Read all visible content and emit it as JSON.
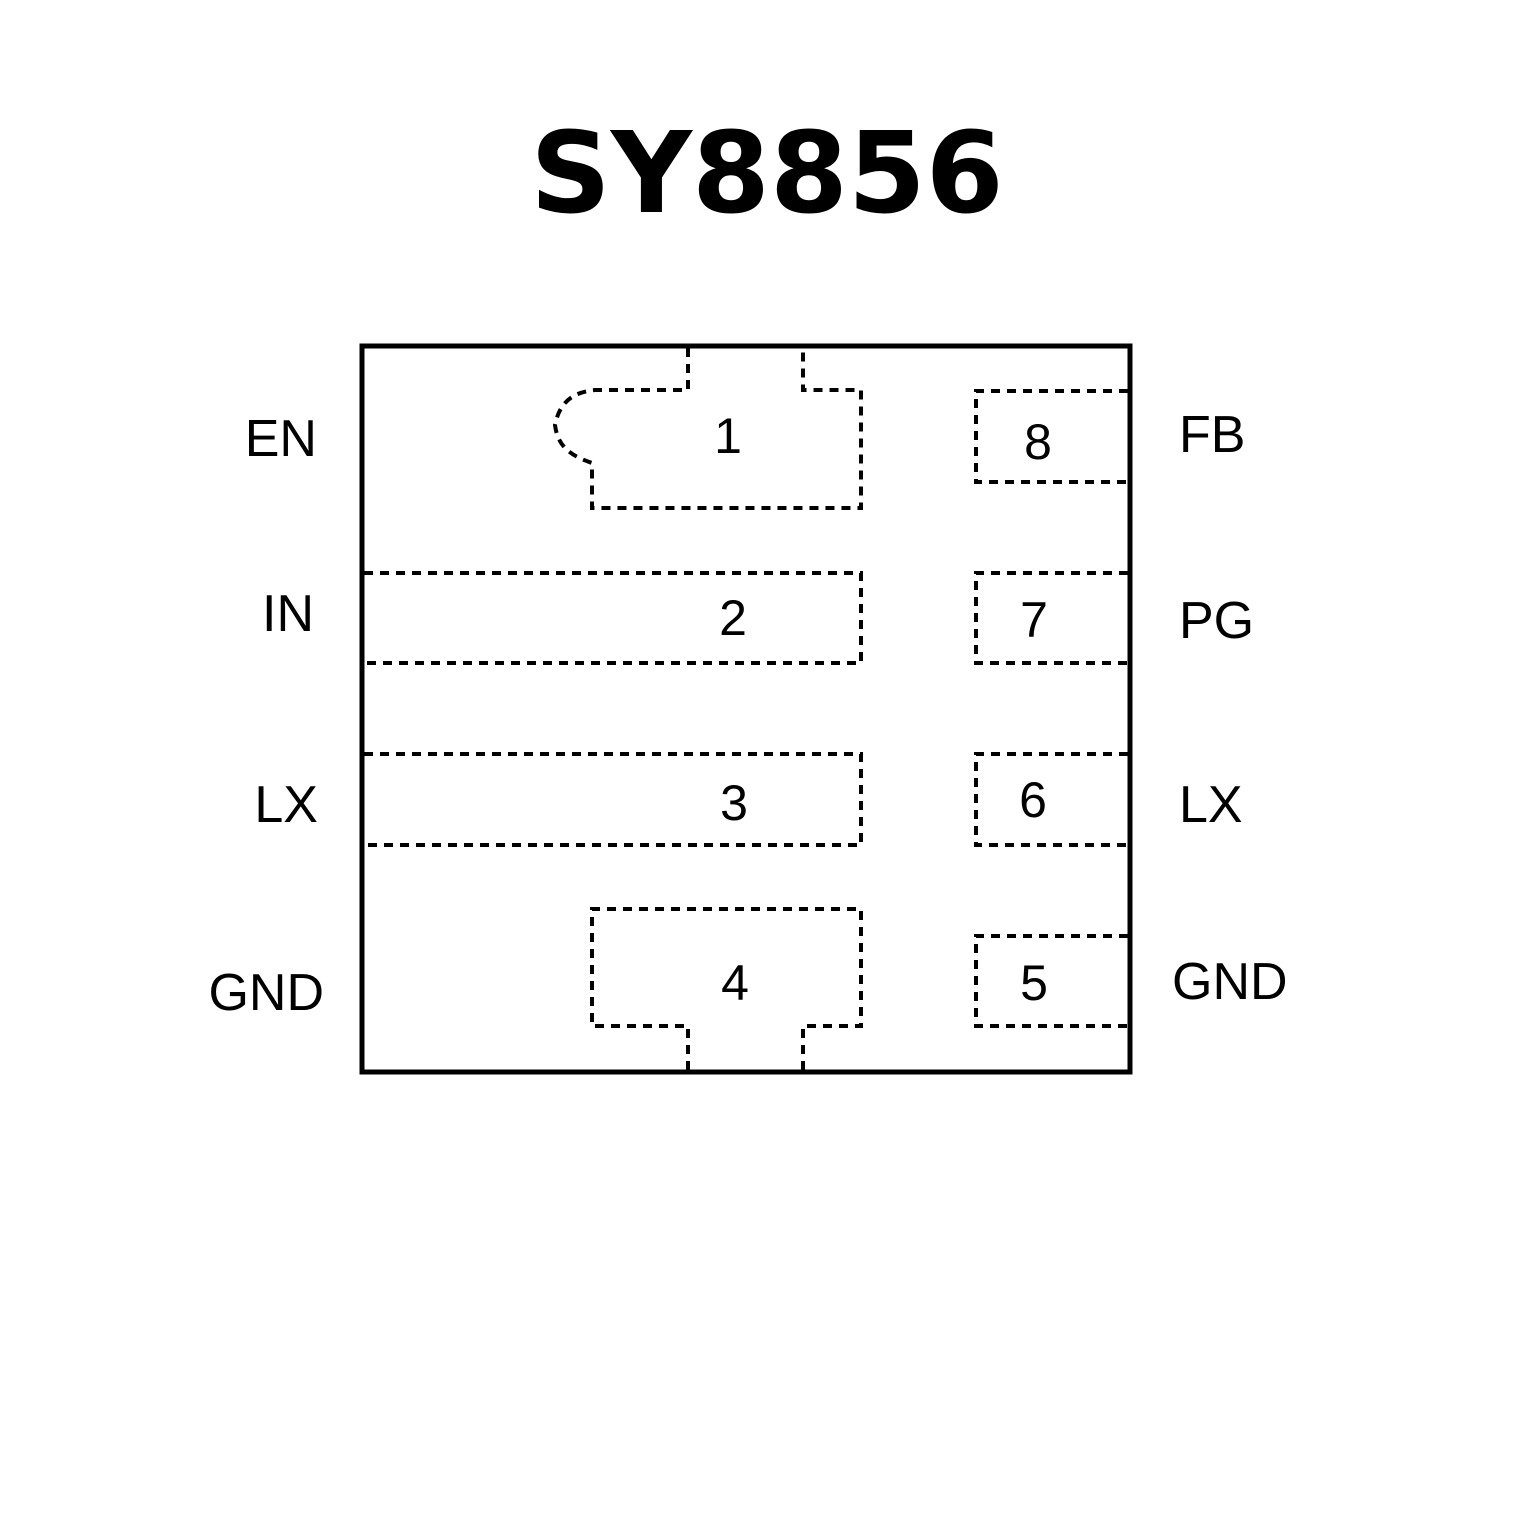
{
  "title": "SY8856",
  "pins": [
    {
      "number": "1",
      "name": "EN"
    },
    {
      "number": "2",
      "name": "IN"
    },
    {
      "number": "3",
      "name": "LX"
    },
    {
      "number": "4",
      "name": "GND"
    },
    {
      "number": "5",
      "name": "GND"
    },
    {
      "number": "6",
      "name": "LX"
    },
    {
      "number": "7",
      "name": "PG"
    },
    {
      "number": "8",
      "name": "FB"
    }
  ]
}
